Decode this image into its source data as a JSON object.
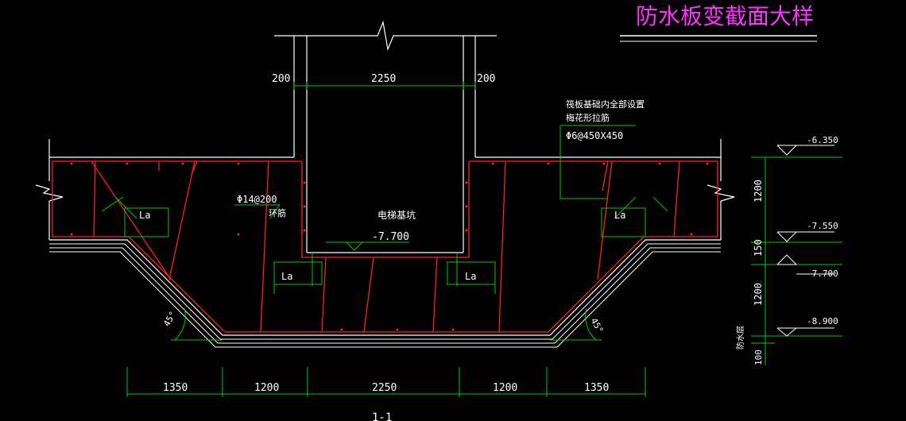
{
  "title": "防水板变截面大样",
  "section_label": "1-1",
  "top_dims": {
    "left": "200",
    "middle": "2250",
    "right": "200"
  },
  "note": {
    "line1": "筏板基础内全部设置",
    "line2": "梅花形拉筋",
    "line3": "Φ6@450X450"
  },
  "rebar_label": {
    "spec": "Φ14@200",
    "type": "环筋"
  },
  "pit": {
    "name": "电梯基坑",
    "elevation": "-7.700"
  },
  "lap_label": "La",
  "angle_label": "45°",
  "bottom_dims": [
    "1350",
    "1200",
    "2250",
    "1200",
    "1350"
  ],
  "elevations": [
    "-6.350",
    "-7.550",
    "-7.700",
    "-8.900"
  ],
  "side_dims": [
    "1200",
    "150",
    "1200",
    "100"
  ],
  "waterproof_label": "防水层",
  "colors": {
    "background": "#000000",
    "outline": "#ffffff",
    "rebar": "#ff2020",
    "dimension": "#00cc00",
    "title": "#ff33ff",
    "text": "#ffffff"
  }
}
